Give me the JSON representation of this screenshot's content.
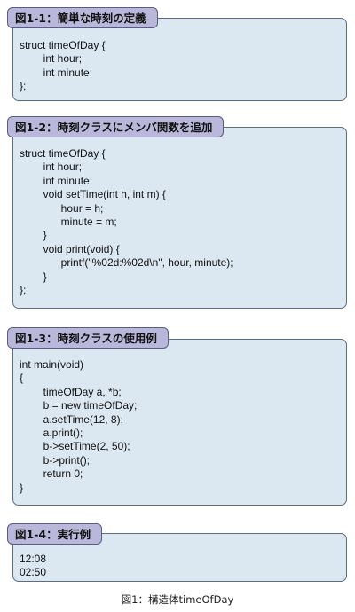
{
  "figures": [
    {
      "label": "図1-1：簡単な時刻の定義",
      "code": "struct timeOfDay {\n        int hour;\n        int minute;\n};"
    },
    {
      "label": "図1-2：時刻クラスにメンバ関数を追加",
      "code": "struct timeOfDay {\n        int hour;\n        int minute;\n        void setTime(int h, int m) {\n              hour = h;\n              minute = m;\n        }\n        void print(void) {\n              printf(\"%02d:%02d\\n\", hour, minute);\n        }\n};"
    },
    {
      "label": "図1-3：時刻クラスの使用例",
      "code": "int main(void)\n{\n        timeOfDay a, *b;\n        b = new timeOfDay;\n        a.setTime(12, 8);\n        a.print();\n        b->setTime(2, 50);\n        b->print();\n        return 0;\n}"
    },
    {
      "label": "図1-4：実行例",
      "code": "12:08\n02:50"
    }
  ],
  "caption": "図1：構造体timeOfDay"
}
